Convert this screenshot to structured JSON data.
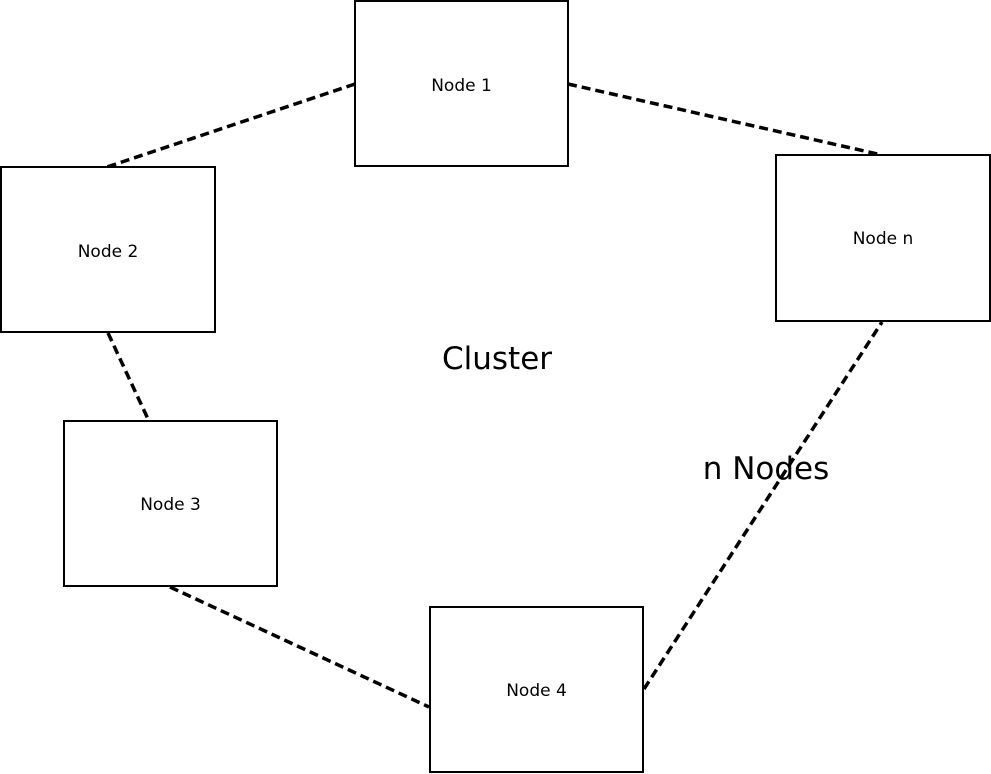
{
  "diagram": {
    "title": "Cluster",
    "annotation": "n Nodes",
    "nodes": [
      {
        "id": "node-1",
        "label": "Node 1"
      },
      {
        "id": "node-2",
        "label": "Node 2"
      },
      {
        "id": "node-3",
        "label": "Node 3"
      },
      {
        "id": "node-4",
        "label": "Node 4"
      },
      {
        "id": "node-n",
        "label": "Node n"
      }
    ],
    "connections": [
      {
        "from": "node-1",
        "to": "node-2"
      },
      {
        "from": "node-2",
        "to": "node-3"
      },
      {
        "from": "node-3",
        "to": "node-4"
      },
      {
        "from": "node-4",
        "to": "node-n"
      },
      {
        "from": "node-n",
        "to": "node-1"
      }
    ]
  }
}
